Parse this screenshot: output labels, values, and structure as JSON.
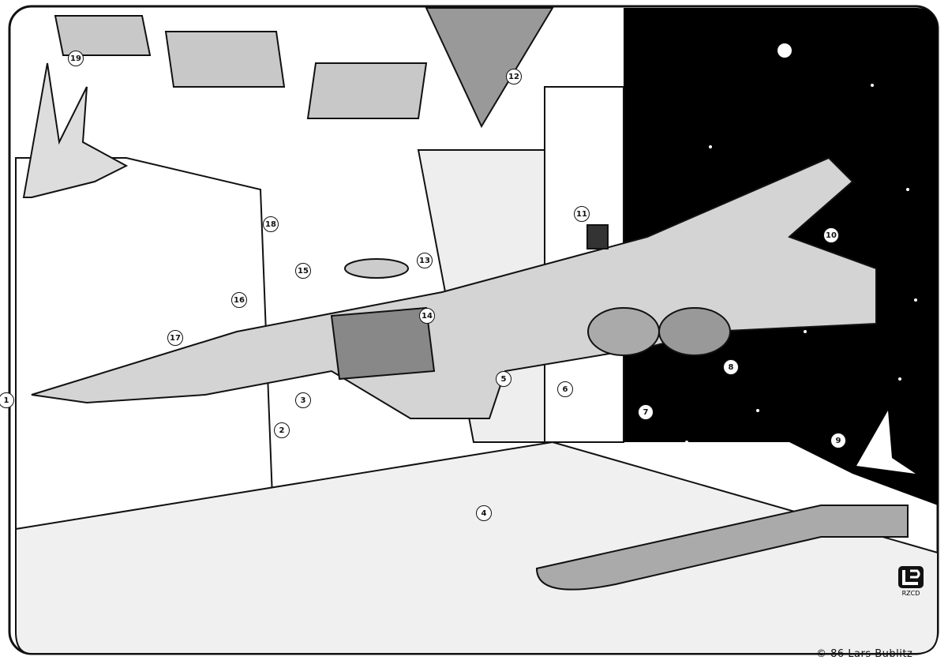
{
  "illustration": {
    "subject": "spaceship-in-hangar",
    "callouts": [
      "1",
      "2",
      "3",
      "4",
      "5",
      "6",
      "7",
      "8",
      "9",
      "10",
      "11",
      "12",
      "13",
      "14",
      "15",
      "16",
      "17",
      "18",
      "19"
    ],
    "credit": "© 86  Lars Bublitz",
    "logo_text": "RZCD",
    "colors": {
      "ink": "#111111",
      "paper": "#ffffff",
      "space": "#000000",
      "tone": "#b8b8b8"
    }
  }
}
